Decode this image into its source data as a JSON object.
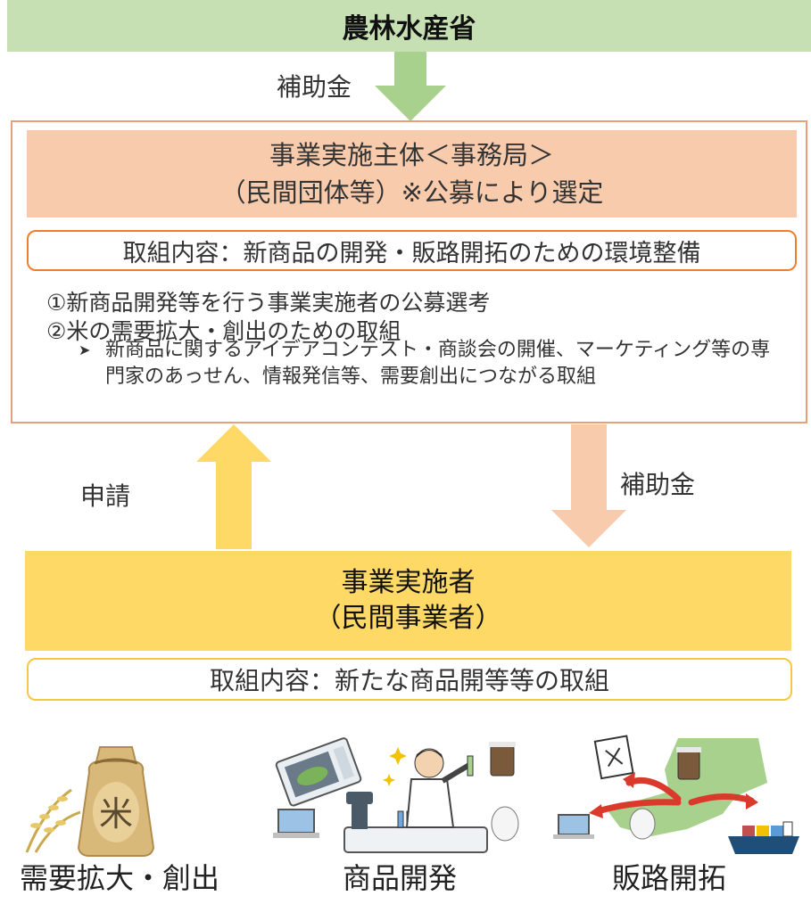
{
  "ministry": {
    "label": "農林水産省"
  },
  "arrows": {
    "subsidy_top": "補助金",
    "apply": "申請",
    "subsidy_bottom": "補助金"
  },
  "entity": {
    "line1": "事業実施主体＜事務局＞",
    "line2": "（民間団体等）※公募により選定"
  },
  "entity_content": "取組内容：新商品の開発・販路開拓のための環境整備",
  "entity_items": [
    "①新商品開発等を行う事業実施者の公募選考",
    "②米の需要拡大・創出のための取組"
  ],
  "entity_subitem": "新商品に関するアイデアコンテスト・商談会の開催、マーケティング等の専門家のあっせん、情報発信等、需要創出につながる取組",
  "implementer": {
    "line1": "事業実施者",
    "line2": "（民間事業者）"
  },
  "implementer_content": "取組内容：新たな商品開等等の取組",
  "illustrations": {
    "rice_bag_char": "米",
    "captions": [
      "需要拡大・創出",
      "商品開発",
      "販路開拓"
    ]
  },
  "colors": {
    "ministry": "#c6e0b4",
    "entity": "#f8cbad",
    "entity_border": "#ed7d31",
    "implementer": "#ffd966",
    "implementer_border": "#f4c842"
  }
}
